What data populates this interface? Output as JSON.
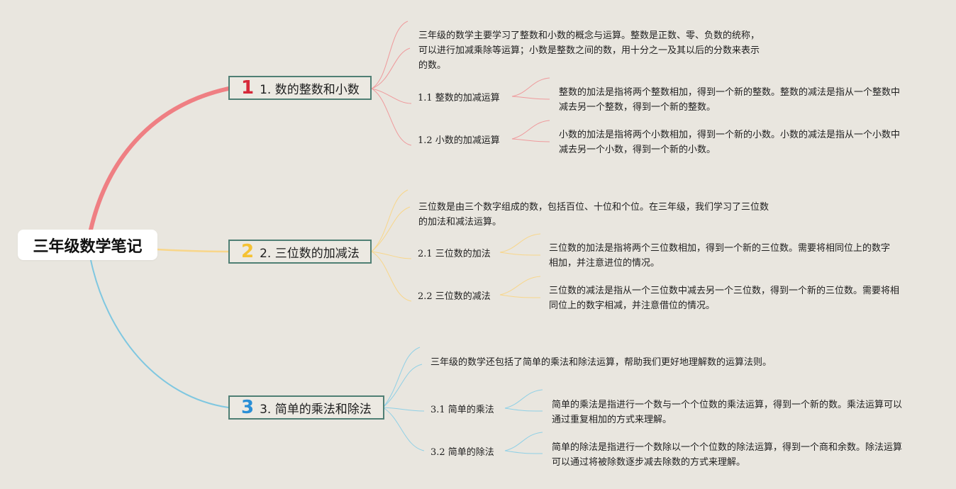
{
  "root": {
    "title": "三年级数学笔记"
  },
  "branches": [
    {
      "badge": "1",
      "title": "1. 数的整数和小数",
      "color": "#ef7f83",
      "badge_color": "#d62a3a",
      "summary": "三年级的数学主要学习了整数和小数的概念与运算。整数是正数、零、负数的统称，可以进行加减乘除等运算；小数是整数之间的数，用十分之一及其以后的分数来表示的数。",
      "subs": [
        {
          "title": "1.1 整数的加减运算",
          "text": "整数的加法是指将两个整数相加，得到一个新的整数。整数的减法是指从一个整数中减去另一个整数，得到一个新的整数。"
        },
        {
          "title": "1.2 小数的加减运算",
          "text": "小数的加法是指将两个小数相加，得到一个新的小数。小数的减法是指从一个小数中减去另一个小数，得到一个新的小数。"
        }
      ]
    },
    {
      "badge": "2",
      "title": "2. 三位数的加减法",
      "color": "#f8d68a",
      "badge_color": "#f5c233",
      "summary": "三位数是由三个数字组成的数，包括百位、十位和个位。在三年级，我们学习了三位数的加法和减法运算。",
      "subs": [
        {
          "title": "2.1 三位数的加法",
          "text": "三位数的加法是指将两个三位数相加，得到一个新的三位数。需要将相同位上的数字相加，并注意进位的情况。"
        },
        {
          "title": "2.2 三位数的减法",
          "text": "三位数的减法是指从一个三位数中减去另一个三位数，得到一个新的三位数。需要将相同位上的数字相减，并注意借位的情况。"
        }
      ]
    },
    {
      "badge": "3",
      "title": "3. 简单的乘法和除法",
      "color": "#7fc7e0",
      "badge_color": "#2a8fd6",
      "summary": "三年级的数学还包括了简单的乘法和除法运算，帮助我们更好地理解数的运算法则。",
      "subs": [
        {
          "title": "3.1 简单的乘法",
          "text": "简单的乘法是指进行一个数与一个个位数的乘法运算，得到一个新的数。乘法运算可以通过重复相加的方式来理解。"
        },
        {
          "title": "3.2 简单的除法",
          "text": "简单的除法是指进行一个数除以一个个位数的除法运算，得到一个商和余数。除法运算可以通过将被除数逐步减去除数的方式来理解。"
        }
      ]
    }
  ]
}
